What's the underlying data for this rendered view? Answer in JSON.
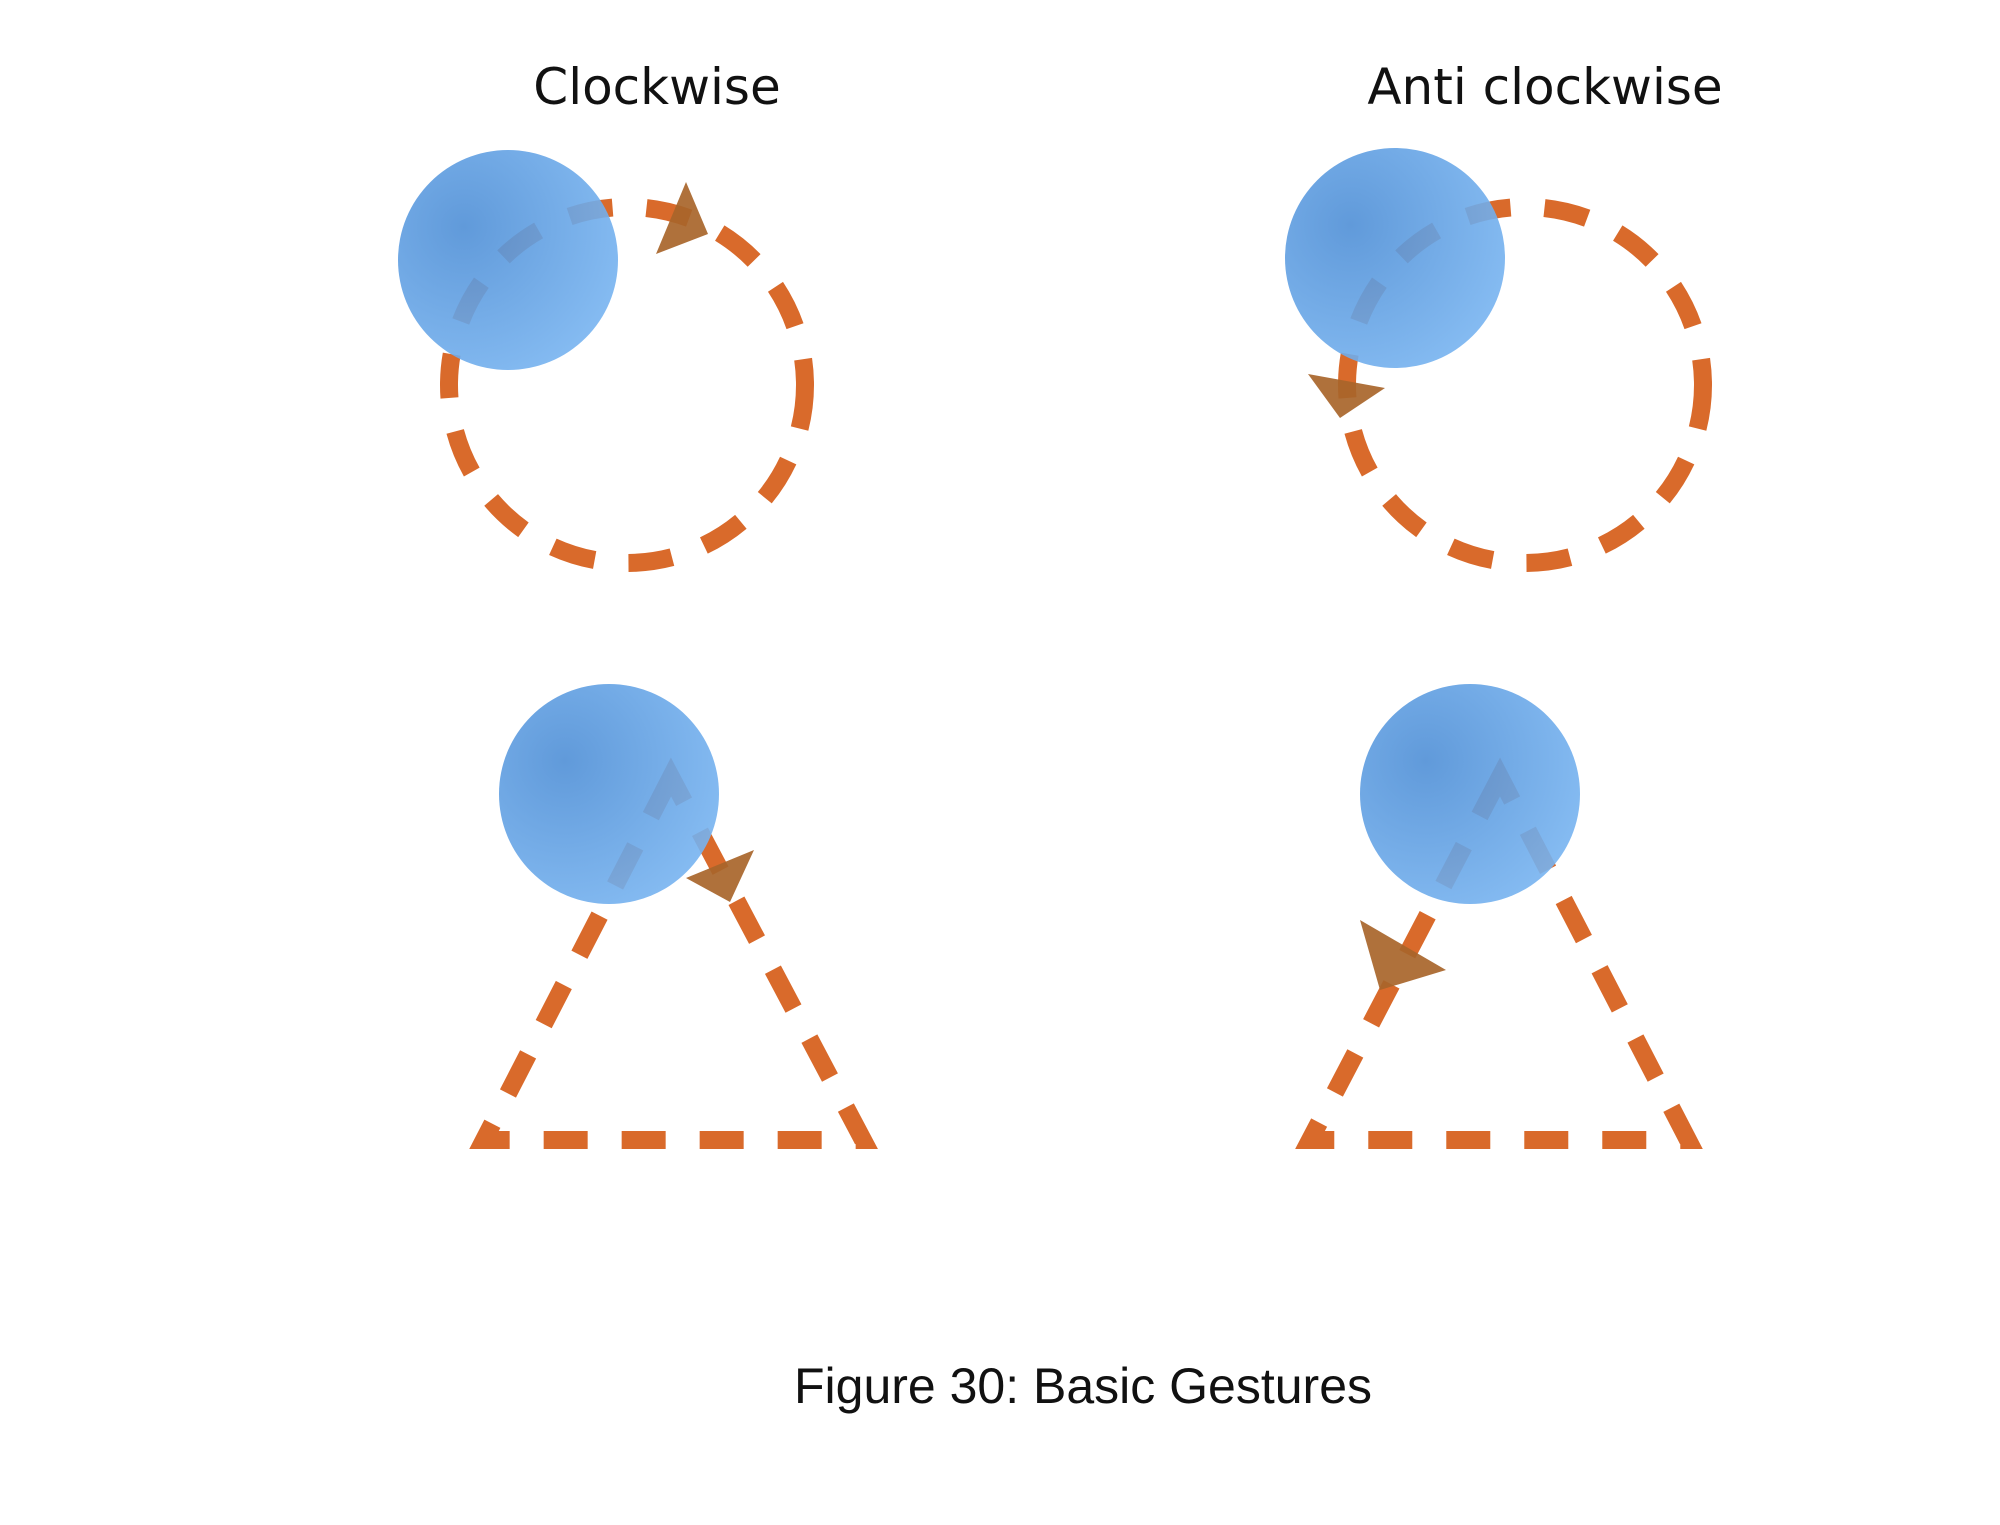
{
  "labels": {
    "left_column": "Clockwise",
    "right_column": "Anti clockwise"
  },
  "caption": "Figure 30: Basic Gestures",
  "gestures": [
    {
      "name": "circle-clockwise",
      "shape": "circle",
      "direction": "clockwise"
    },
    {
      "name": "circle-anticlockwise",
      "shape": "circle",
      "direction": "anti-clockwise"
    },
    {
      "name": "triangle-clockwise",
      "shape": "triangle",
      "direction": "clockwise"
    },
    {
      "name": "triangle-anticlockwise",
      "shape": "triangle",
      "direction": "anti-clockwise"
    }
  ],
  "colors": {
    "path": "#d96a2b",
    "arrow": "#a8652a",
    "finger_light": "#7ab6f2",
    "finger_dark": "#4f8fd6",
    "text": "#111111"
  },
  "icons": {
    "finger": "finger-touch-icon",
    "arrow": "direction-arrow-icon"
  }
}
